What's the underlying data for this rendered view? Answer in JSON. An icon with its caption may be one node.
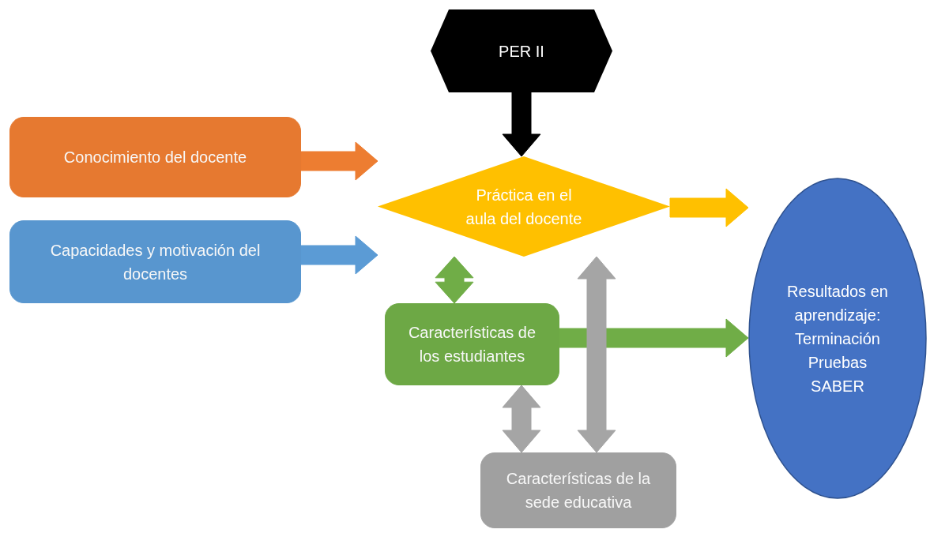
{
  "diagram": {
    "nodes": [
      {
        "text": [
          "PER II"
        ]
      },
      {
        "text": [
          "Conocimiento del docente"
        ]
      },
      {
        "text": [
          "Capacidades y motivación del docentes"
        ]
      },
      {
        "text": [
          "Práctica en el aula del docente"
        ]
      },
      {
        "text": [
          "Características de los estudiantes"
        ]
      },
      {
        "text": [
          "Características de la sede educativa"
        ]
      },
      {
        "text": [
          "Resultados en aprendizaje:",
          "Terminación",
          "Pruebas",
          "SABER"
        ]
      }
    ],
    "edges": [
      {
        "from": 0,
        "to": 3,
        "arrow": "to",
        "style": "thick",
        "color": "#000000"
      },
      {
        "from": 1,
        "to": 3,
        "arrow": "to",
        "style": "thick",
        "color": "#ed7d31"
      },
      {
        "from": 2,
        "to": 3,
        "arrow": "to",
        "style": "thick",
        "color": "#5b9bd5"
      },
      {
        "from": 3,
        "to": 6,
        "arrow": "to",
        "style": "thick",
        "color": "#ffc000"
      },
      {
        "from": 4,
        "to": 3,
        "arrow": "both",
        "style": "thick",
        "color": "#70ad47"
      },
      {
        "from": 4,
        "to": 6,
        "arrow": "to",
        "style": "thick",
        "color": "#70ad47"
      },
      {
        "from": 5,
        "to": 4,
        "arrow": "both",
        "style": "thick",
        "color": "#a5a5a5"
      },
      {
        "from": 5,
        "to": 3,
        "arrow": "both",
        "style": "thick",
        "color": "#a5a5a5"
      }
    ]
  }
}
